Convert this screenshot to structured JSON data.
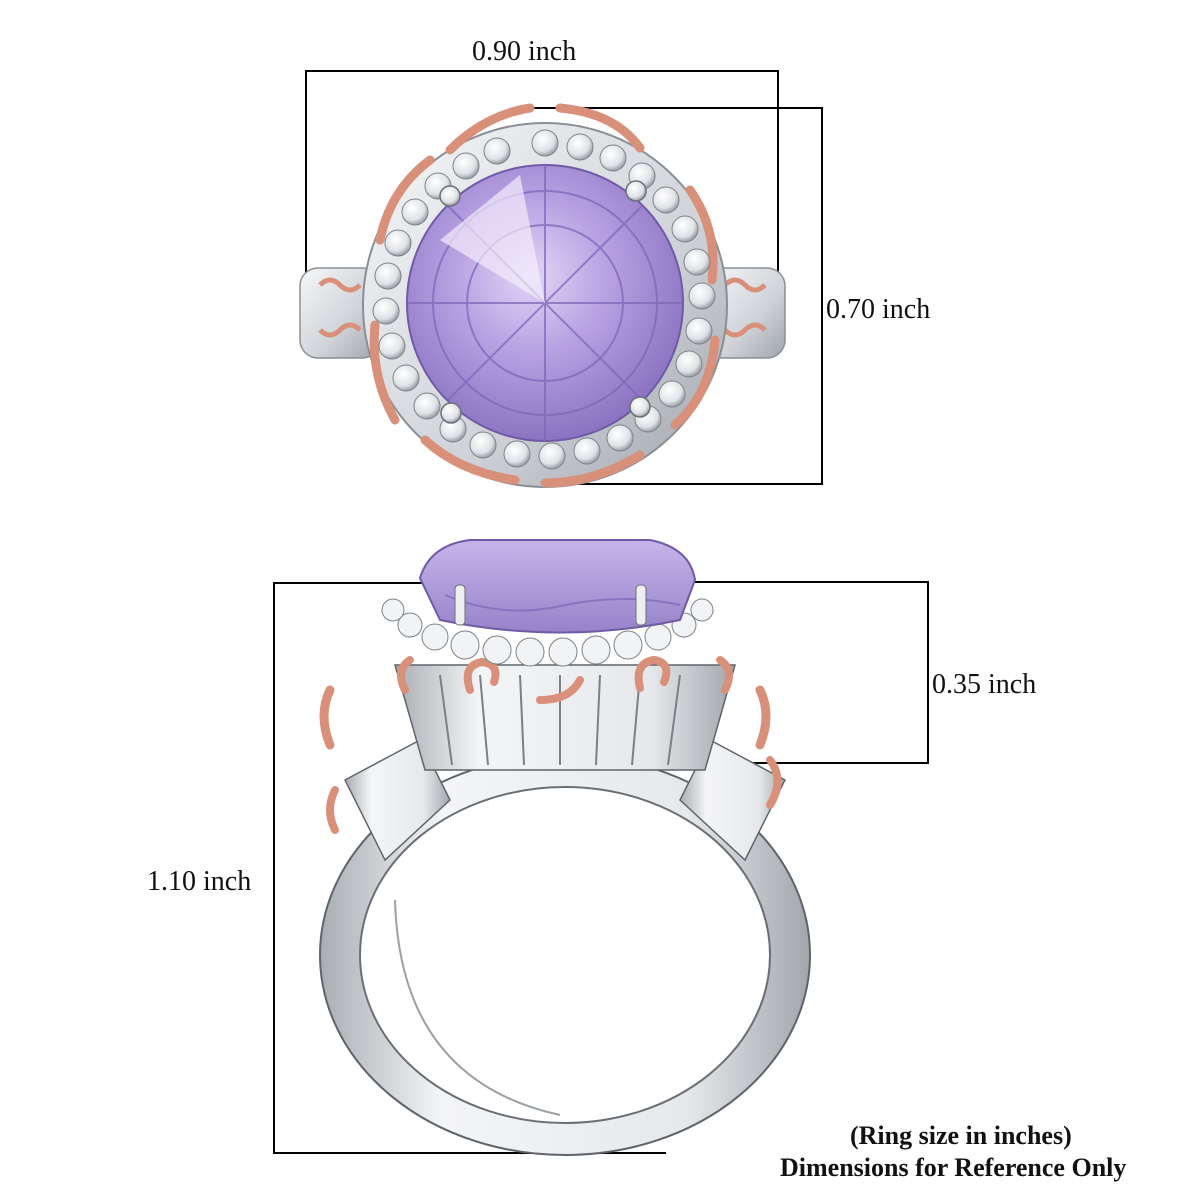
{
  "dimensions": {
    "top_width": "0.90 inch",
    "top_height": "0.70 inch",
    "side_setting_height": "0.35 inch",
    "side_total_height": "1.10 inch"
  },
  "caption": {
    "line1": "(Ring size in inches)",
    "line2": "Dimensions for Reference Only"
  },
  "colors": {
    "background": "#ffffff",
    "amethyst": "#b49be0",
    "amethyst_dark": "#8e76c4",
    "silver": "#e4e6ea",
    "silver_dark": "#9ea2a8",
    "rose_gold": "#d9907a",
    "line": "#000000"
  },
  "views": [
    {
      "name": "top-view",
      "description": "Ring top view: round amethyst with halo of white stones and rose-gold accents"
    },
    {
      "name": "side-view",
      "description": "Ring side profile: amethyst crown, halo gallery, silver band"
    }
  ]
}
